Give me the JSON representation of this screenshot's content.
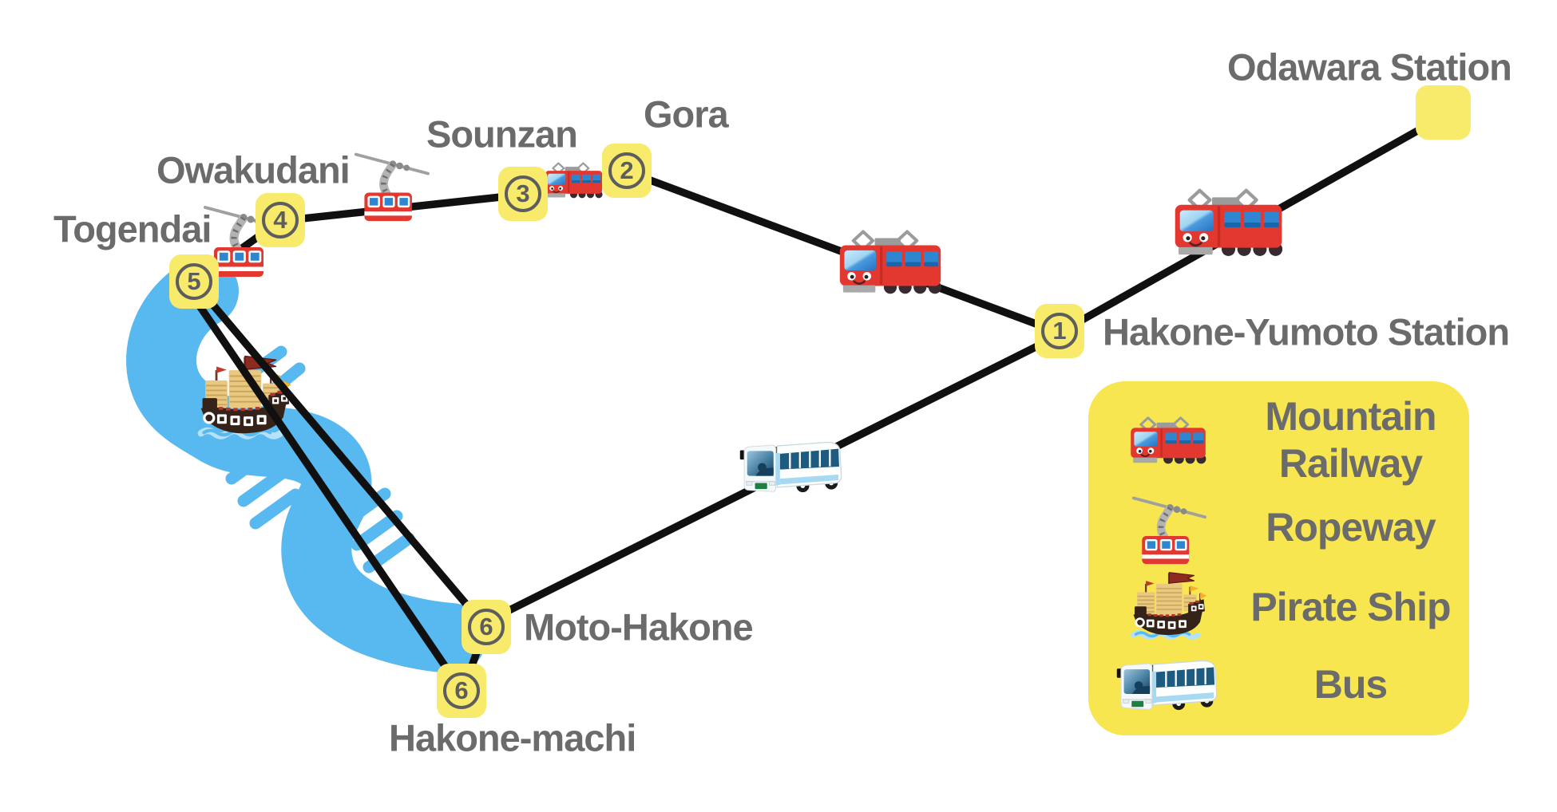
{
  "stations": {
    "odawara": {
      "label": "Odawara Station"
    },
    "hakone_yumoto": {
      "label": "Hakone-Yumoto Station",
      "number": "1"
    },
    "gora": {
      "label": "Gora",
      "number": "2"
    },
    "sounzan": {
      "label": "Sounzan",
      "number": "3"
    },
    "owakudani": {
      "label": "Owakudani",
      "number": "4"
    },
    "togendai": {
      "label": "Togendai",
      "number": "5"
    },
    "moto_hakone": {
      "label": "Moto-Hakone",
      "number": "6"
    },
    "hakone_machi": {
      "label": "Hakone-machi",
      "number": "6"
    }
  },
  "legend": {
    "items": [
      {
        "icon": "mountain-railway-icon",
        "label": "Mountain Railway"
      },
      {
        "icon": "ropeway-icon",
        "label": "Ropeway"
      },
      {
        "icon": "pirate-ship-icon",
        "label": "Pirate Ship"
      },
      {
        "icon": "bus-icon",
        "label": "Bus"
      }
    ]
  },
  "colors": {
    "badge_yellow": "#F8EA6B",
    "legend_yellow": "#F7E64F",
    "label_gray": "#6B6B6B",
    "badge_number_gray": "#5D5D5D",
    "route_line_black": "#101010",
    "lake_blue": "#58B8F0",
    "vehicle_red": "#E2382F",
    "window_blue": "#2E86D1",
    "sail_tan": "#E9C87F",
    "hull_brown": "#352319",
    "bus_navy": "#1D5C80",
    "bus_light_blue": "#A8D9F2"
  }
}
